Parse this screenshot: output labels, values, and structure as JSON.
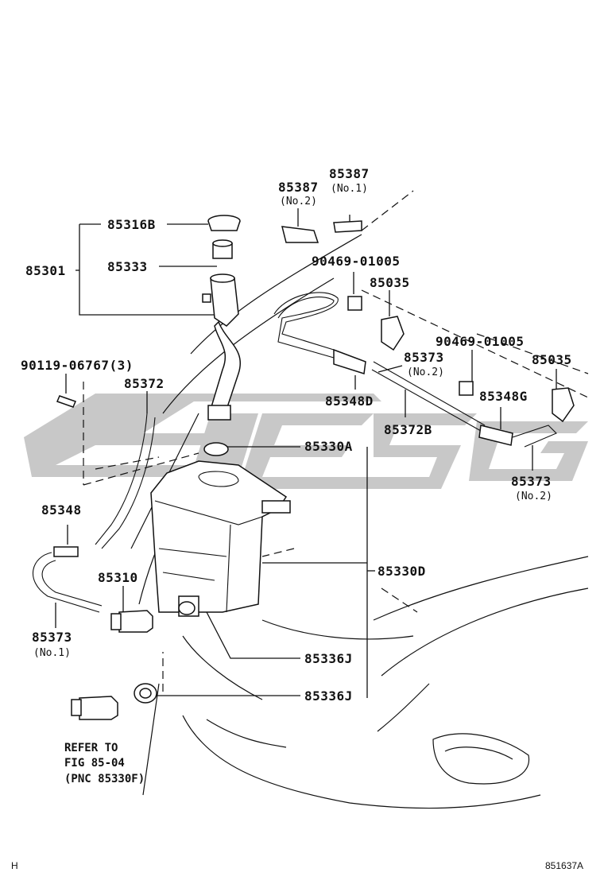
{
  "labels": {
    "p85387_no1": "85387",
    "p85387_no1_sub": "(No.1)",
    "p85387_no2": "85387",
    "p85387_no2_sub": "(No.2)",
    "p85316B": "85316B",
    "p85301": "85301",
    "p85333": "85333",
    "p90469_a": "90469-01005",
    "p85035_a": "85035",
    "p90469_b": "90469-01005",
    "p85035_b": "85035",
    "p85373_no2_a": "85373",
    "p85373_no2_a_sub": "(No.2)",
    "p90119": "90119-06767(3)",
    "p85372": "85372",
    "p85348D": "85348D",
    "p85372B": "85372B",
    "p85348G": "85348G",
    "p85330A": "85330A",
    "p85373_no2_b": "85373",
    "p85373_no2_b_sub": "(No.2)",
    "p85348": "85348",
    "p85310": "85310",
    "p85330D": "85330D",
    "p85373_no1": "85373",
    "p85373_no1_sub": "(No.1)",
    "p85336J_a": "85336J",
    "p85336J_b": "85336J"
  },
  "reference": {
    "line1": "REFER TO",
    "line2": "FIG 85-04",
    "line3": "(PNC 85330F)"
  },
  "corner": {
    "left": "H",
    "right": "851637A"
  },
  "watermark": {
    "color": "#c8c8c8"
  }
}
